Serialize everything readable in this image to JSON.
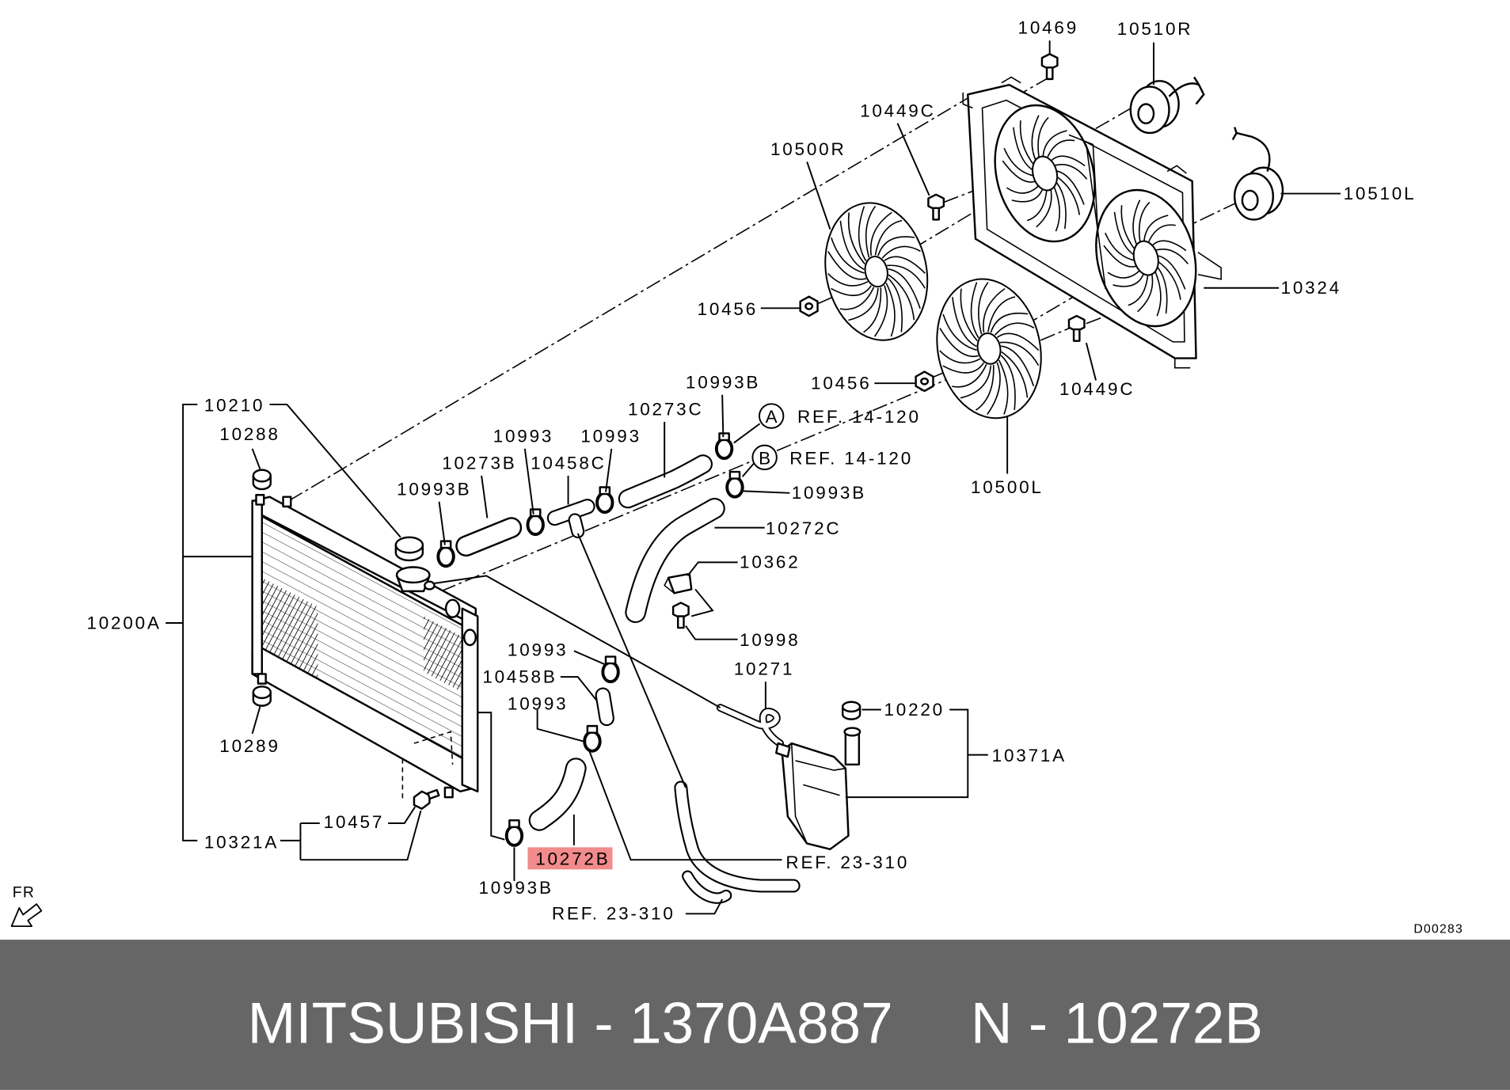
{
  "colors": {
    "highlight": "#f28b8b",
    "banner_bg": "#666666",
    "banner_text": "#ffffff"
  },
  "labels": {
    "p10469": "10469",
    "p10510R": "10510R",
    "p10449C_top": "10449C",
    "p10500R": "10500R",
    "p10510L": "10510L",
    "p10324": "10324",
    "p10456_a": "10456",
    "p10456_b": "10456",
    "p10449C_bottom": "10449C",
    "p10993B_a": "10993B",
    "p10273C": "10273C",
    "ref_a_marker": "A",
    "ref_a": "REF. 14-120",
    "ref_b_marker": "B",
    "ref_b": "REF. 14-120",
    "p10210": "10210",
    "p10288": "10288",
    "p10993_a": "10993",
    "p10993_b": "10993",
    "p10273B": "10273B",
    "p10458C": "10458C",
    "p10993B_b": "10993B",
    "p10993B_c": "10993B",
    "p10272C": "10272C",
    "p10362": "10362",
    "p10500L": "10500L",
    "p10200A": "10200A",
    "p10998": "10998",
    "p10993_c": "10993",
    "p10458B": "10458B",
    "p10271": "10271",
    "p10220": "10220",
    "p10993_d": "10993",
    "p10371A": "10371A",
    "p10289": "10289",
    "p10457": "10457",
    "p10321A": "10321A",
    "p10272B": "10272B",
    "p10993B_d": "10993B",
    "ref_23_a": "REF. 23-310",
    "ref_23_b": "REF. 23-310"
  },
  "corner": {
    "front_marker": "FR",
    "diagram_code": "D00283"
  },
  "banner": {
    "brand_part": "MITSUBISHI - 1370A887",
    "reference": "N - 10272B"
  }
}
